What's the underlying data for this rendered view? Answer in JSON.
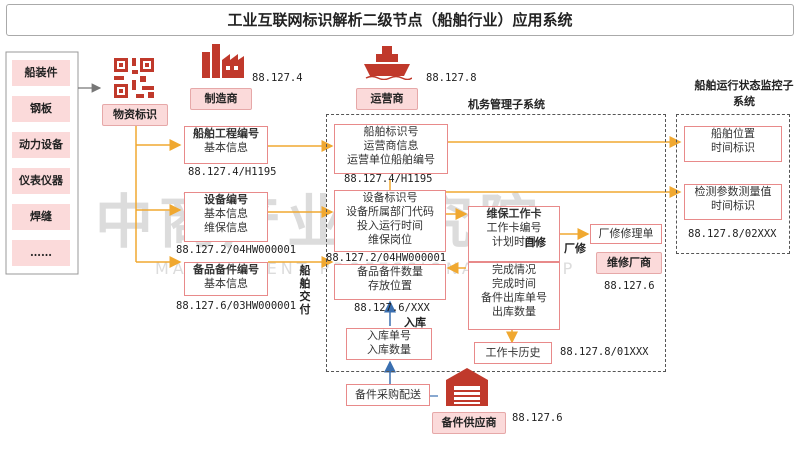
{
  "title": "工业互联网标识解析二级节点（船舶行业）应用系统",
  "materials": [
    "船装件",
    "钢板",
    "动力设备",
    "仪表仪器",
    "焊缝",
    "……"
  ],
  "wuzi": {
    "label": "物资标识"
  },
  "makers": {
    "manufacturer": {
      "label": "制造商",
      "code": "88.127.4"
    },
    "operator": {
      "label": "运营商",
      "code": "88.127.8"
    },
    "repair": {
      "label": "维修厂商",
      "code": "88.127.6"
    },
    "supplier": {
      "label": "备件供应商",
      "code": "88.127.6"
    }
  },
  "left_boxes": {
    "eng": {
      "head": "船舶工程编号",
      "line1": "基本信息",
      "code": "88.127.4/H1195"
    },
    "equip": {
      "head": "设备编号",
      "line1": "基本信息",
      "line2": "维保信息",
      "code": "88.127.2/04HW000001"
    },
    "spare": {
      "head": "备品备件编号",
      "line1": "基本信息",
      "code": "88.127.6/03HW000001"
    }
  },
  "side_labels": {
    "delivery": "船舶交付",
    "inbound": "入库",
    "repair_ctx": "厂修",
    "self": "自修"
  },
  "subsystems": {
    "maritime": "机务管理子系统",
    "monitor": "船舶运行状态监控子系统"
  },
  "center": {
    "ship": {
      "l1": "船舶标识号",
      "l2": "运营商信息",
      "l3": "运营单位船舶编号",
      "code": "88.127.4/H1195"
    },
    "device": {
      "l1": "设备标识号",
      "l2": "设备所属部门代码",
      "l3": "投入运行时间",
      "l4": "维保岗位",
      "code": "88.127.2/04HW000001"
    },
    "spare": {
      "l1": "备品备件数量",
      "l2": "存放位置",
      "code": "88.127.6/XXX"
    },
    "inbound": {
      "l1": "入库单号",
      "l2": "入库数量"
    },
    "purchase": {
      "l1": "备件采购配送"
    }
  },
  "workcard": {
    "head": "维保工作卡",
    "l1": "工作卡编号",
    "l2": "计划时间",
    "l3": "完成情况",
    "l4": "完成时间",
    "l5": "备件出库单号",
    "l6": "出库数量"
  },
  "factory_sheet": {
    "l1": "厂修修理单"
  },
  "history": {
    "l1": "工作卡历史",
    "code": "88.127.8/01XXX"
  },
  "monitor": {
    "pos": {
      "l1": "船舶位置",
      "l2": "时间标识"
    },
    "param": {
      "l1": "检测参数测量值",
      "l2": "时间标识",
      "code": "88.127.8/02XXX"
    }
  },
  "watermark": {
    "main": "中商产业研究院",
    "sub": "MANAGEMENT PROFESSIONAL GROUP"
  },
  "colors": {
    "accent": "#c0392b",
    "badge": "#fbdada",
    "line": "#f0a830"
  },
  "icons": [
    "qr-code-icon",
    "factory-icon",
    "ship-icon",
    "warehouse-icon"
  ]
}
